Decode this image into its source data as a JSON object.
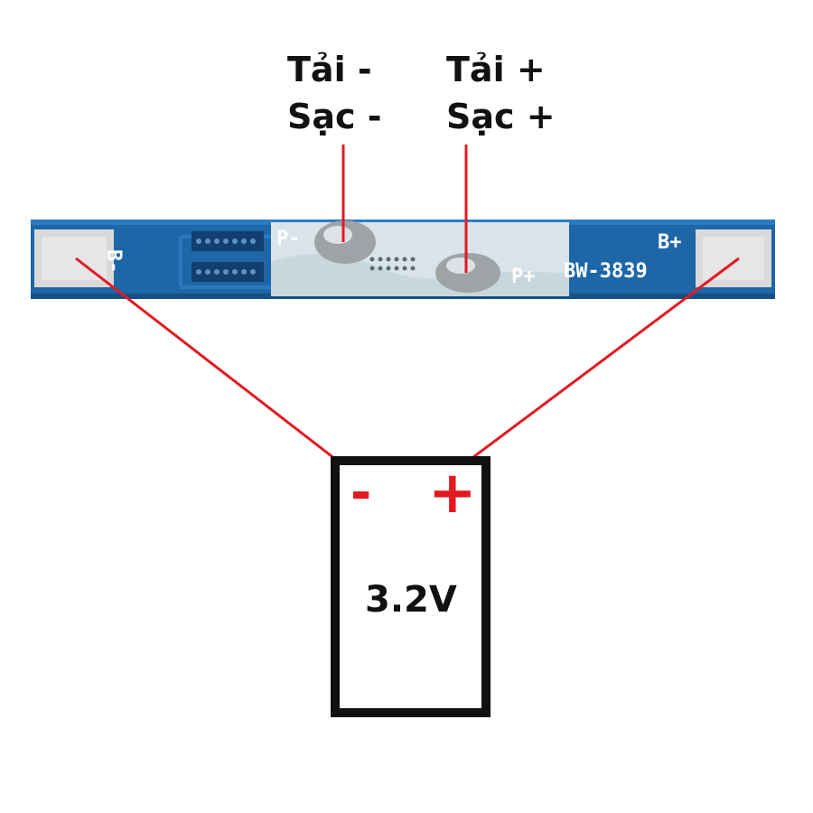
{
  "labels": {
    "load_minus": "Tải -",
    "charge_minus": "Sạc -",
    "load_plus": "Tải +",
    "charge_plus": "Sạc +"
  },
  "pcb": {
    "model": "BW-3839",
    "b_minus": "B-",
    "b_plus": "B+",
    "p_minus": "P-",
    "p_plus": "P+"
  },
  "battery": {
    "voltage": "3.2V",
    "minus_symbol": "-",
    "plus_symbol": "+"
  },
  "colors": {
    "wire": "#e21a22",
    "pcb": "#1d66a8",
    "pad": "#d9d9d9",
    "battery_outline": "#111111"
  }
}
